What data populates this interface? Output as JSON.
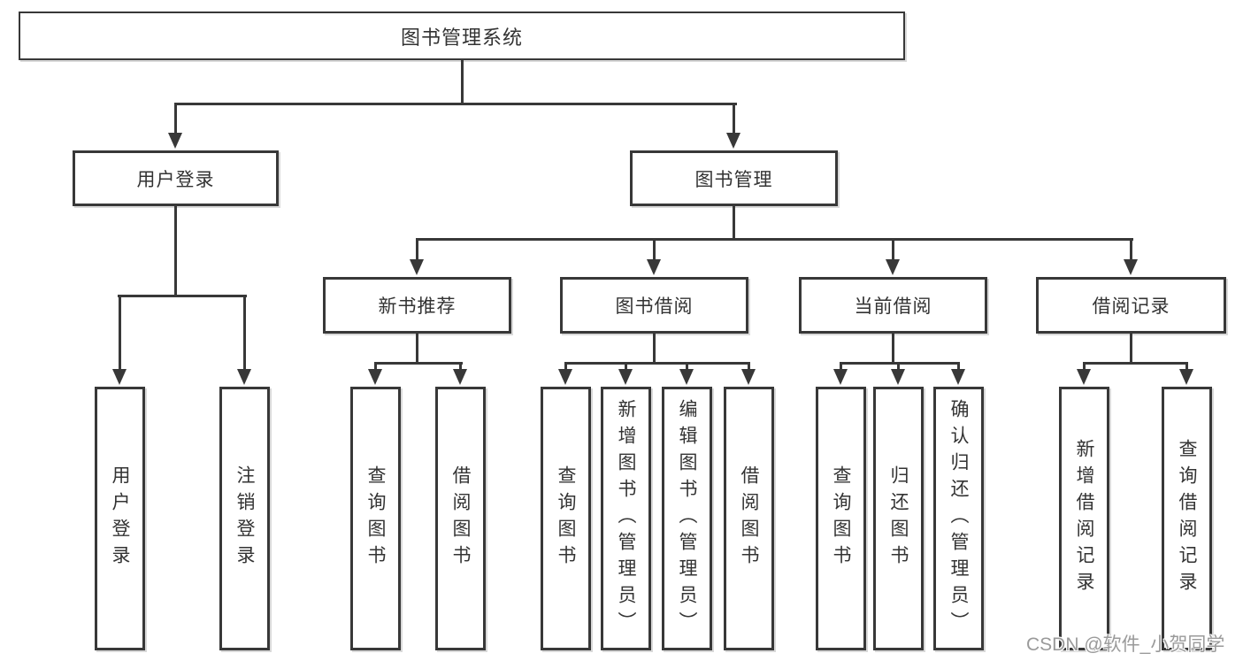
{
  "diagram_title": "图书管理系统",
  "colors": {
    "line": "#383838",
    "text": "#333333",
    "background": "#ffffff",
    "watermark": "#9a9a9a"
  },
  "nodes": {
    "root": {
      "label": "图书管理系统"
    },
    "user_login": {
      "label": "用户登录"
    },
    "book_management": {
      "label": "图书管理"
    },
    "new_book_recommend": {
      "label": "新书推荐"
    },
    "book_borrow": {
      "label": "图书借阅"
    },
    "current_borrow": {
      "label": "当前借阅"
    },
    "borrow_records": {
      "label": "借阅记录"
    },
    "leaf_user_login": {
      "label": "用户登录"
    },
    "leaf_logout": {
      "label": "注销登录"
    },
    "leaf_nbr_query_books": {
      "label": "查询图书"
    },
    "leaf_nbr_borrow_books": {
      "label": "借阅图书"
    },
    "leaf_bb_query_books": {
      "label": "查询图书"
    },
    "leaf_bb_add_books_admin": {
      "label": "新增图书（管理员）"
    },
    "leaf_bb_edit_books_admin": {
      "label": "编辑图书（管理员）"
    },
    "leaf_bb_borrow_books": {
      "label": "借阅图书"
    },
    "leaf_cb_query_books": {
      "label": "查询图书"
    },
    "leaf_cb_return_books": {
      "label": "归还图书"
    },
    "leaf_cb_confirm_return_admin": {
      "label": "确认归还（管理员）"
    },
    "leaf_br_add_record": {
      "label": "新增借阅记录"
    },
    "leaf_br_query_record": {
      "label": "查询借阅记录"
    }
  },
  "watermark": {
    "text": "CSDN @软件_小贺同学"
  }
}
